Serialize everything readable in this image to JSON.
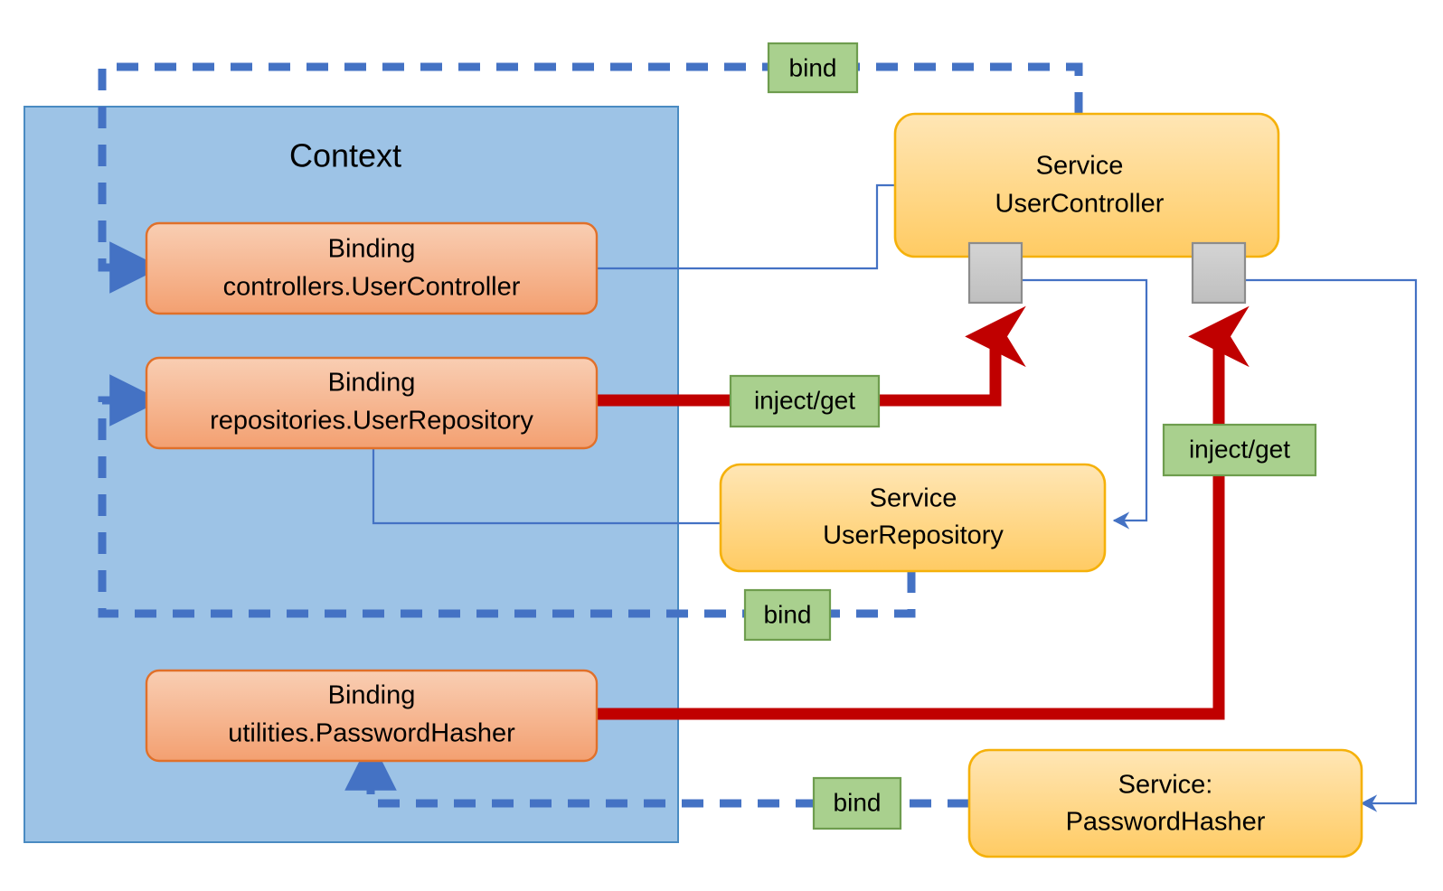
{
  "diagram": {
    "title": "Context",
    "container": {
      "name": "Context",
      "label": "Context",
      "fill": "#9DC3E6",
      "stroke": "#4A8BC2"
    },
    "bindings": [
      {
        "id": "binding-user-controller",
        "line1": "Binding",
        "line2": "controllers.UserController"
      },
      {
        "id": "binding-user-repository",
        "line1": "Binding",
        "line2": "repositories.UserRepository"
      },
      {
        "id": "binding-password-hasher",
        "line1": "Binding",
        "line2": "utilities.PasswordHasher"
      }
    ],
    "services": [
      {
        "id": "service-user-controller",
        "line1": "Service",
        "line2": "UserController"
      },
      {
        "id": "service-user-repository",
        "line1": "Service",
        "line2": "UserRepository"
      },
      {
        "id": "service-password-hasher",
        "line1": "Service:",
        "line2": "PasswordHasher"
      }
    ],
    "edge_labels": {
      "bind_top": "bind",
      "bind_middle": "bind",
      "bind_bottom": "bind",
      "inject_get_left": "inject/get",
      "inject_get_right": "inject/get"
    },
    "colors": {
      "context_fill": "#9DC3E6",
      "context_stroke": "#4A8BC2",
      "binding_fill_top": "#F8C9AC",
      "binding_fill_bottom": "#F4A274",
      "binding_stroke": "#E0702A",
      "service_fill_top": "#FFE2A8",
      "service_fill_bottom": "#FFCE6E",
      "service_stroke": "#F5B10A",
      "tag_fill": "#A9D08E",
      "tag_stroke": "#6E9D4E",
      "bind_line": "#4472C4",
      "inject_line": "#C00000",
      "thin_line": "#4472C4",
      "socket_fill": "#C9C9C9",
      "socket_stroke": "#8C8C8C",
      "text": "#000000"
    }
  }
}
